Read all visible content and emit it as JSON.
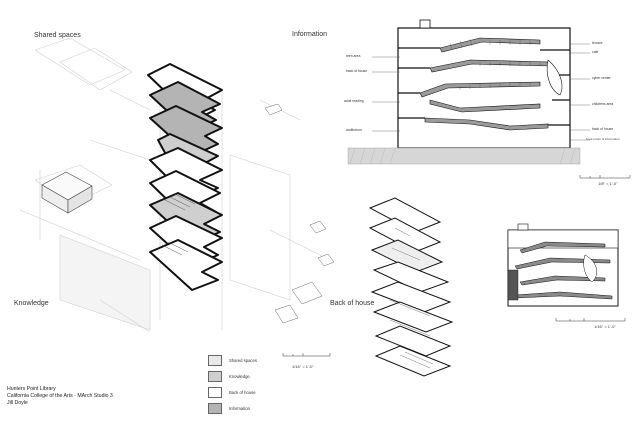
{
  "labels": {
    "shared_spaces": "Shared spaces",
    "information": "Information",
    "knowledge": "Knowledge",
    "back_of_house": "Back of house"
  },
  "section_labels": {
    "left": [
      "teen area",
      "back of house",
      "adult reading",
      "auditorium"
    ],
    "right": [
      "terrace",
      "cafe",
      "cyber center",
      "childrens area",
      "back of house",
      "book return & information"
    ]
  },
  "legend": [
    {
      "label": "Shared spaces",
      "color": "#e9e9e9"
    },
    {
      "label": "Knowledge",
      "color": "#cfcfcf"
    },
    {
      "label": "Back of house",
      "color": "#ffffff"
    },
    {
      "label": "Information",
      "color": "#b4b4b4"
    }
  ],
  "scales": {
    "main_axon": "1/16\" = 1'-0\"",
    "top_section": "1/8\" = 1'-0\"",
    "small_section": "1/16\" = 1'-0\""
  },
  "credits": {
    "line1": "Hunters Point Library",
    "line2": "California College of the Arts - MArch Studio 3",
    "line3": "Jill Doyle"
  }
}
